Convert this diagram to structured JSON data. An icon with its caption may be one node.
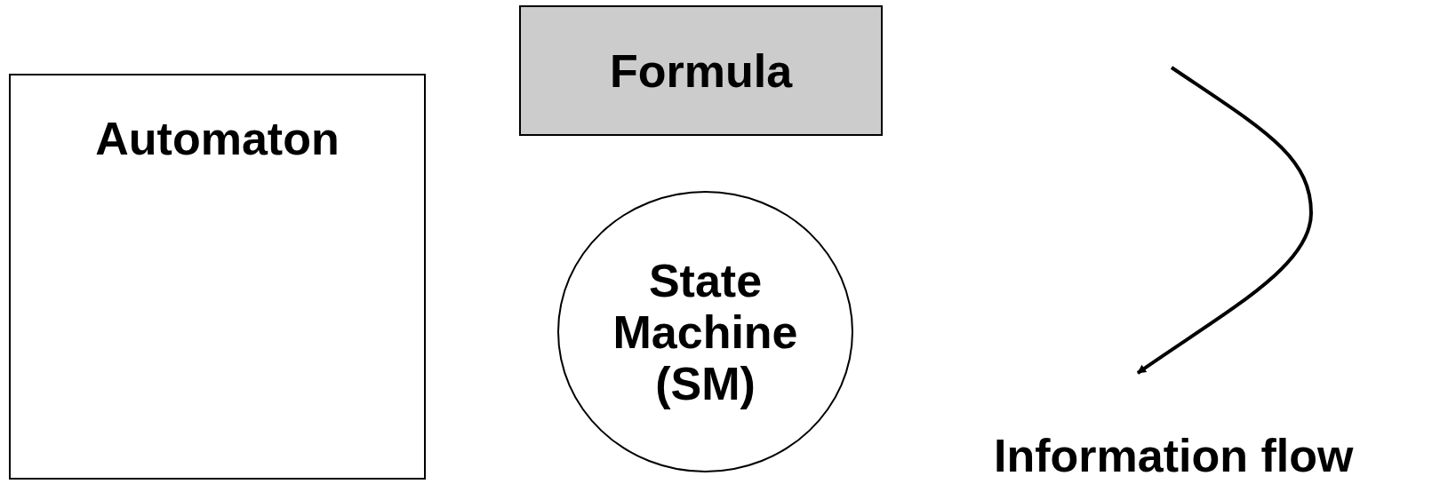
{
  "diagram": {
    "nodes": [
      {
        "text": [
          "Automaton"
        ]
      },
      {
        "text": [
          "Formula"
        ]
      },
      {
        "text": [
          "State Machine (SM)"
        ]
      }
    ],
    "labels": [
      "Information flow"
    ]
  }
}
